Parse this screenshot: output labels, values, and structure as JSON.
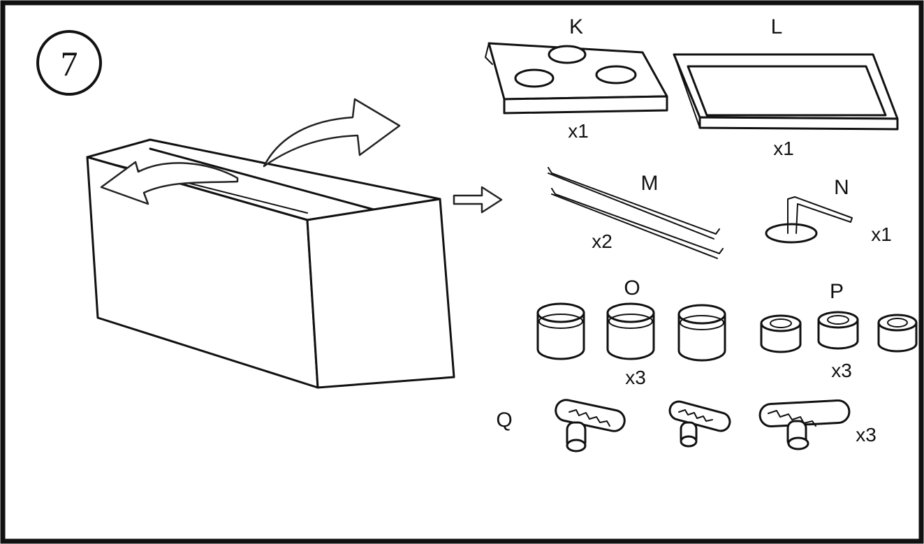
{
  "step_number": "7",
  "parts": {
    "K": {
      "label": "K",
      "qty": "x1"
    },
    "L": {
      "label": "L",
      "qty": "x1"
    },
    "M": {
      "label": "M",
      "qty": "x2"
    },
    "N": {
      "label": "N",
      "qty": "x1"
    },
    "O": {
      "label": "O",
      "qty": "x3"
    },
    "P": {
      "label": "P",
      "qty": "x3"
    },
    "Q": {
      "label": "Q",
      "qty": "x3"
    }
  },
  "colors": {
    "line": "#111111",
    "background": "#ffffff"
  }
}
